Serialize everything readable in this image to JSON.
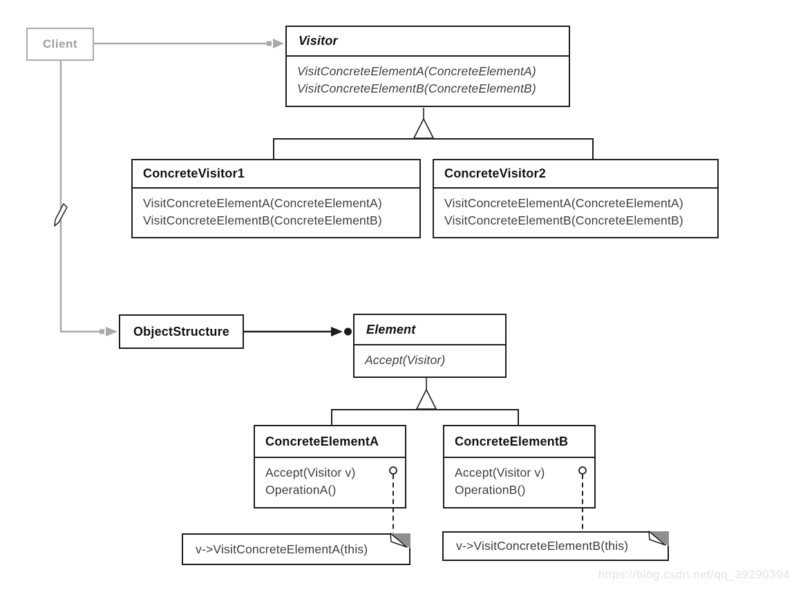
{
  "watermark": {
    "text": "https://blog.csdn.net/qq_39290394"
  },
  "classes": {
    "client": {
      "name": "Client"
    },
    "visitor": {
      "name": "Visitor",
      "methods": [
        "VisitConcreteElementA(ConcreteElementA)",
        "VisitConcreteElementB(ConcreteElementB)"
      ]
    },
    "concrete_visitor_1": {
      "name": "ConcreteVisitor1",
      "methods": [
        "VisitConcreteElementA(ConcreteElementA)",
        "VisitConcreteElementB(ConcreteElementB)"
      ]
    },
    "concrete_visitor_2": {
      "name": "ConcreteVisitor2",
      "methods": [
        "VisitConcreteElementA(ConcreteElementA)",
        "VisitConcreteElementB(ConcreteElementB)"
      ]
    },
    "object_structure": {
      "name": "ObjectStructure"
    },
    "element": {
      "name": "Element",
      "methods": [
        "Accept(Visitor)"
      ]
    },
    "concrete_element_a": {
      "name": "ConcreteElementA",
      "methods": [
        "Accept(Visitor v)",
        "OperationA()"
      ]
    },
    "concrete_element_b": {
      "name": "ConcreteElementB",
      "methods": [
        "Accept(Visitor v)",
        "OperationB()"
      ]
    }
  },
  "notes": {
    "note_a": {
      "text": "v->VisitConcreteElementA(this)"
    },
    "note_b": {
      "text": "v->VisitConcreteElementB(this)"
    }
  },
  "colors": {
    "line_black": "#1c1c1c",
    "line_gray": "#a9a9a9",
    "title_text": "#101010",
    "method_text": "#3d3d3d",
    "note_fold_gray": "#8f8f8f",
    "watermark_gray": "#e2e3e5"
  }
}
